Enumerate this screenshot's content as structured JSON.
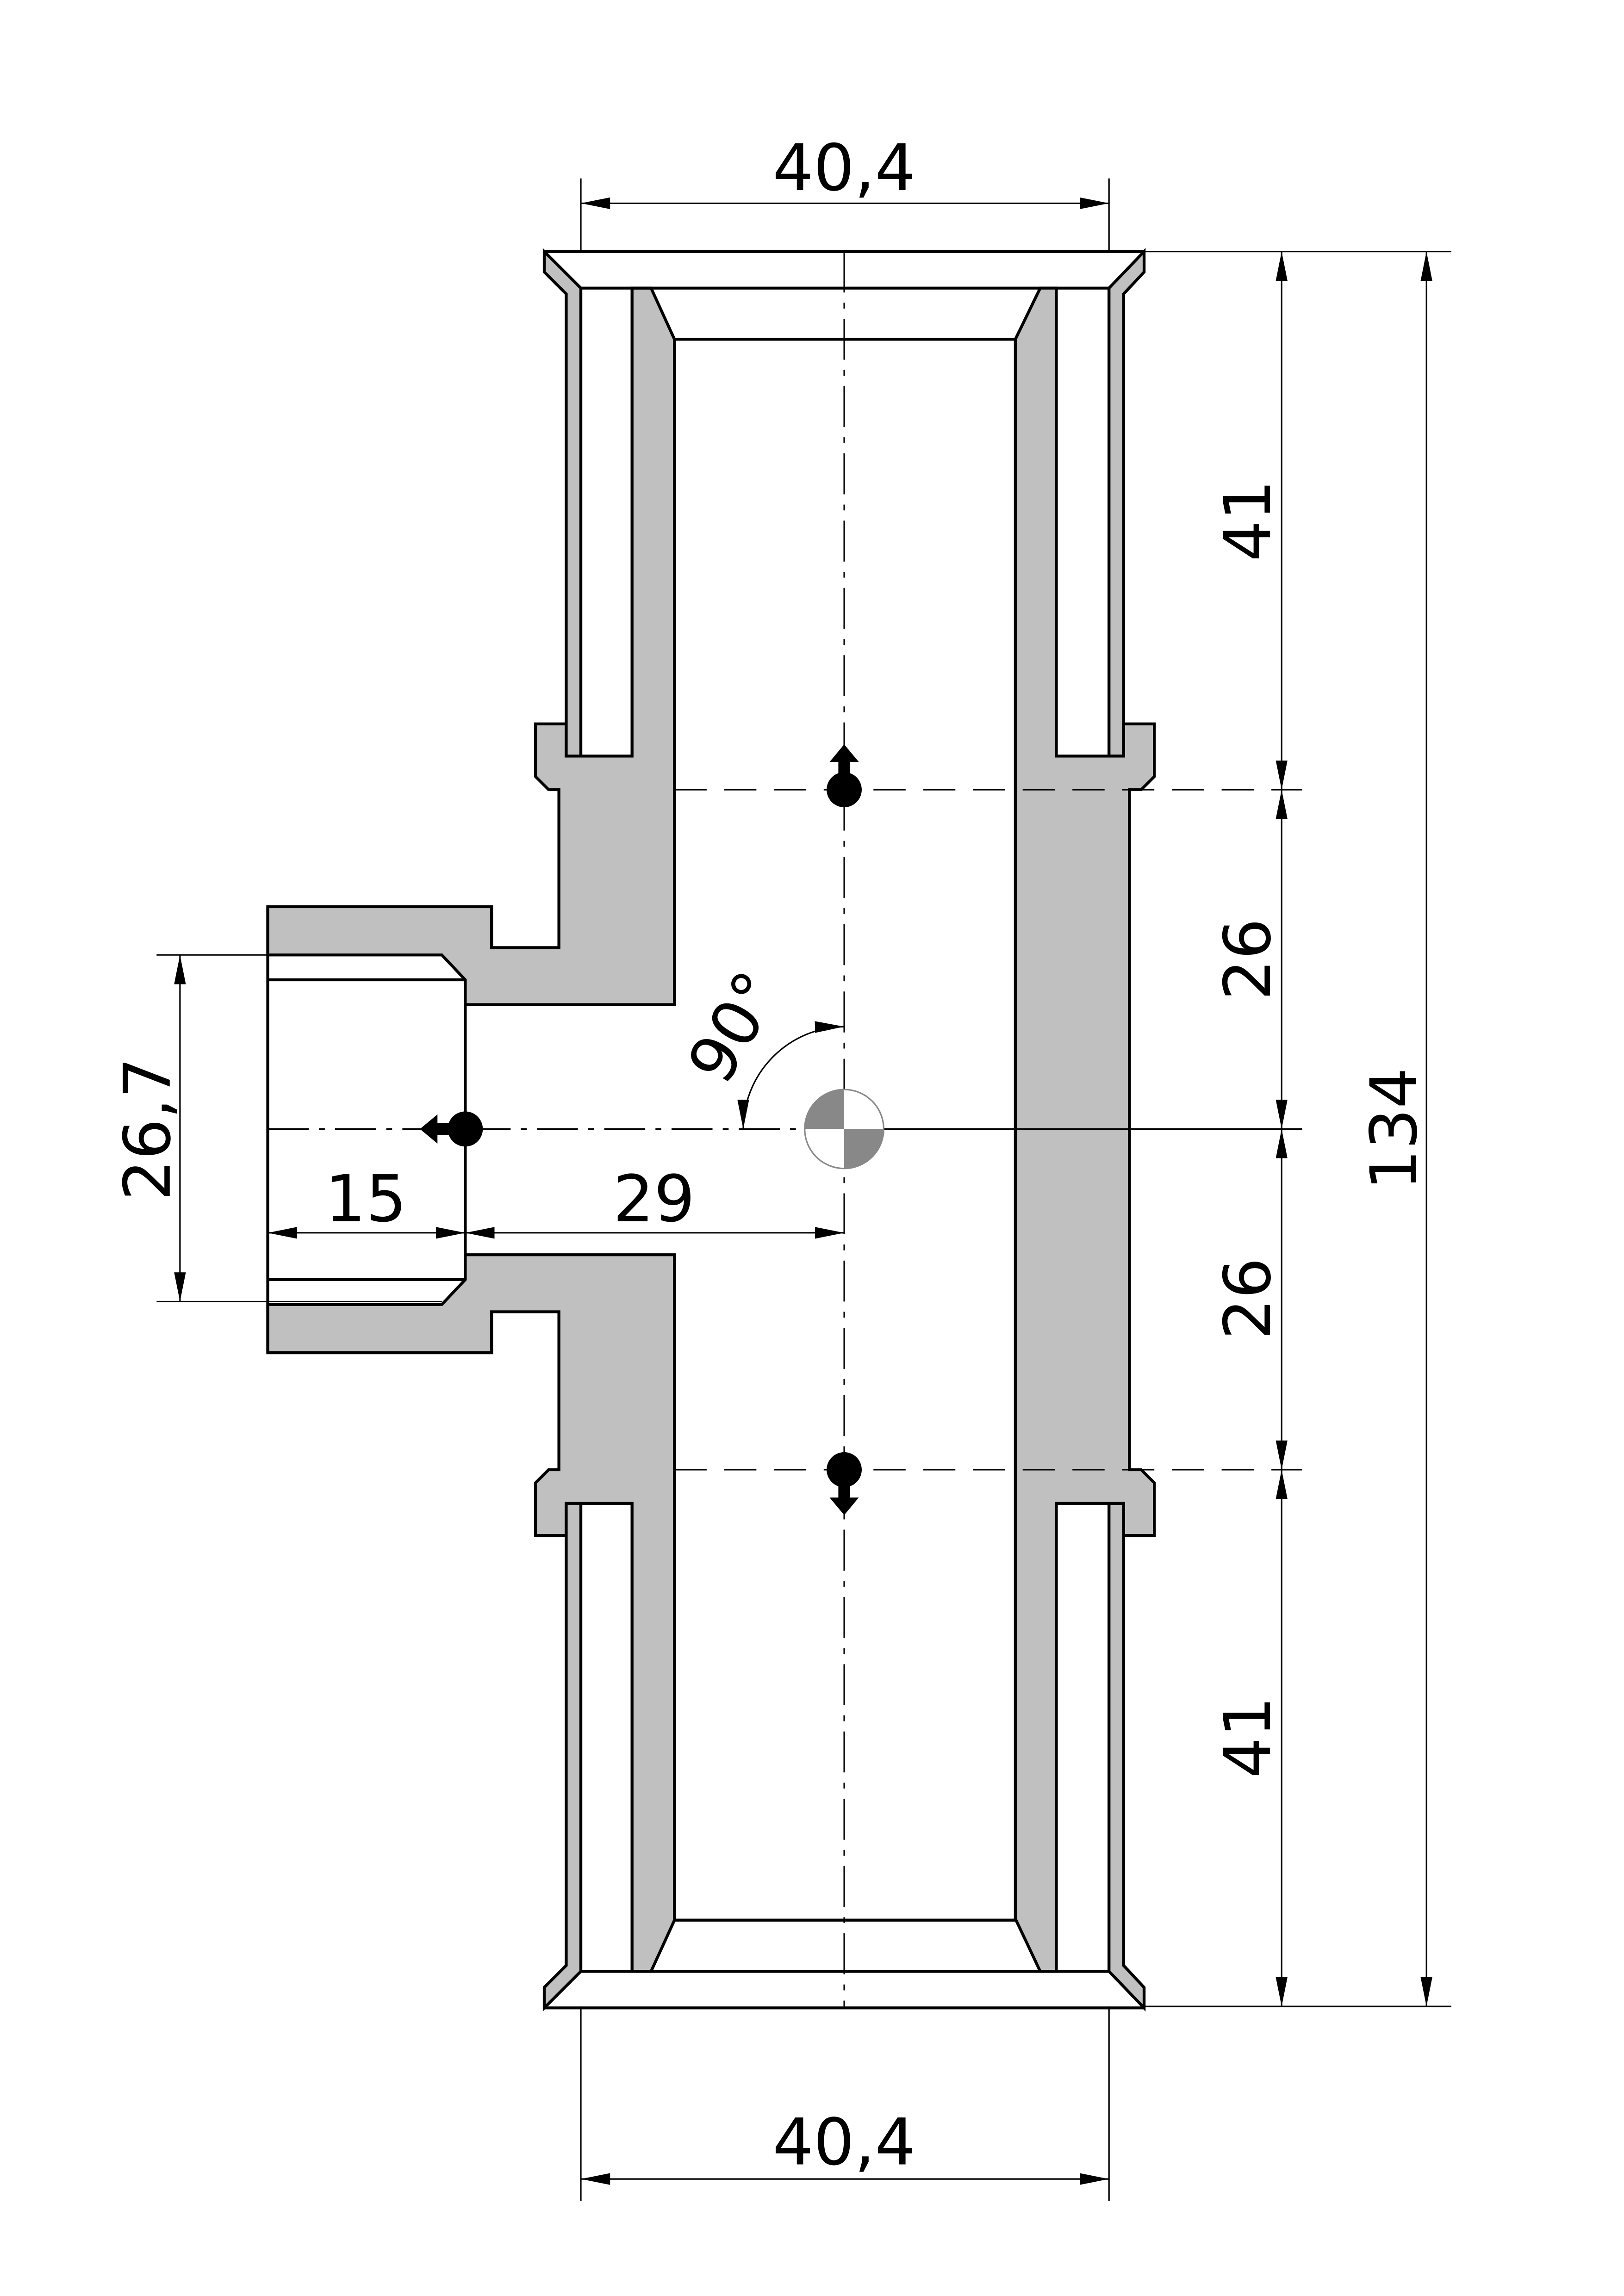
{
  "drawing": {
    "title": "T-fitting section drawing",
    "dimensions": {
      "top_width": "40,4",
      "bottom_width": "40,4",
      "upper_length": "41",
      "upper_mid": "26",
      "lower_mid": "26",
      "lower_length": "41",
      "total_length": "134",
      "branch_diameter": "26,7",
      "branch_depth": "15",
      "branch_offset": "29",
      "angle": "90°"
    },
    "colors": {
      "section_fill": "#c0c0c0",
      "line": "#000000"
    }
  }
}
